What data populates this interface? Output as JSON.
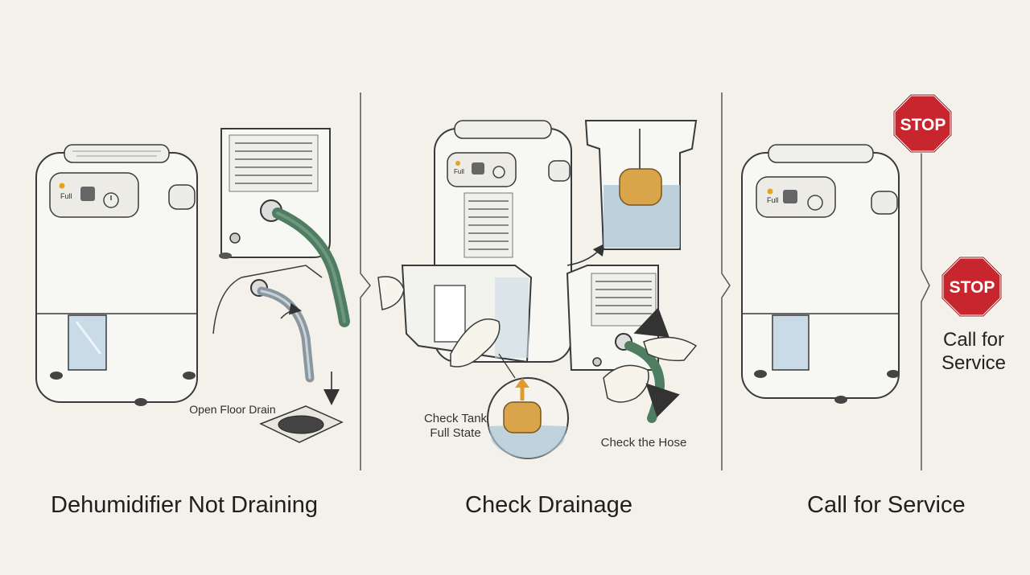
{
  "panels": [
    {
      "caption": "Dehumidifier Not Draining",
      "unit_button_label": "Full",
      "callout": "Open Floor Drain"
    },
    {
      "caption": "Check Drainage",
      "unit_button_label": "Full",
      "callout_tank": "Check Tank Full State",
      "callout_hose": "Check the Hose"
    },
    {
      "caption": "Call for Service",
      "unit_button_label": "Full",
      "stop_sign_top": "STOP",
      "stop_sign_side": "STOP",
      "side_text": "Call for Service"
    }
  ],
  "colors": {
    "background": "#f3f1ea",
    "unit_body": "#f7f7f4",
    "outline": "#3a3a3a",
    "hose": "#4f7d62",
    "water": "#a9c4d6",
    "float": "#d9a44a",
    "stop_red": "#c8262e",
    "arrow_orange": "#e39a2c"
  }
}
